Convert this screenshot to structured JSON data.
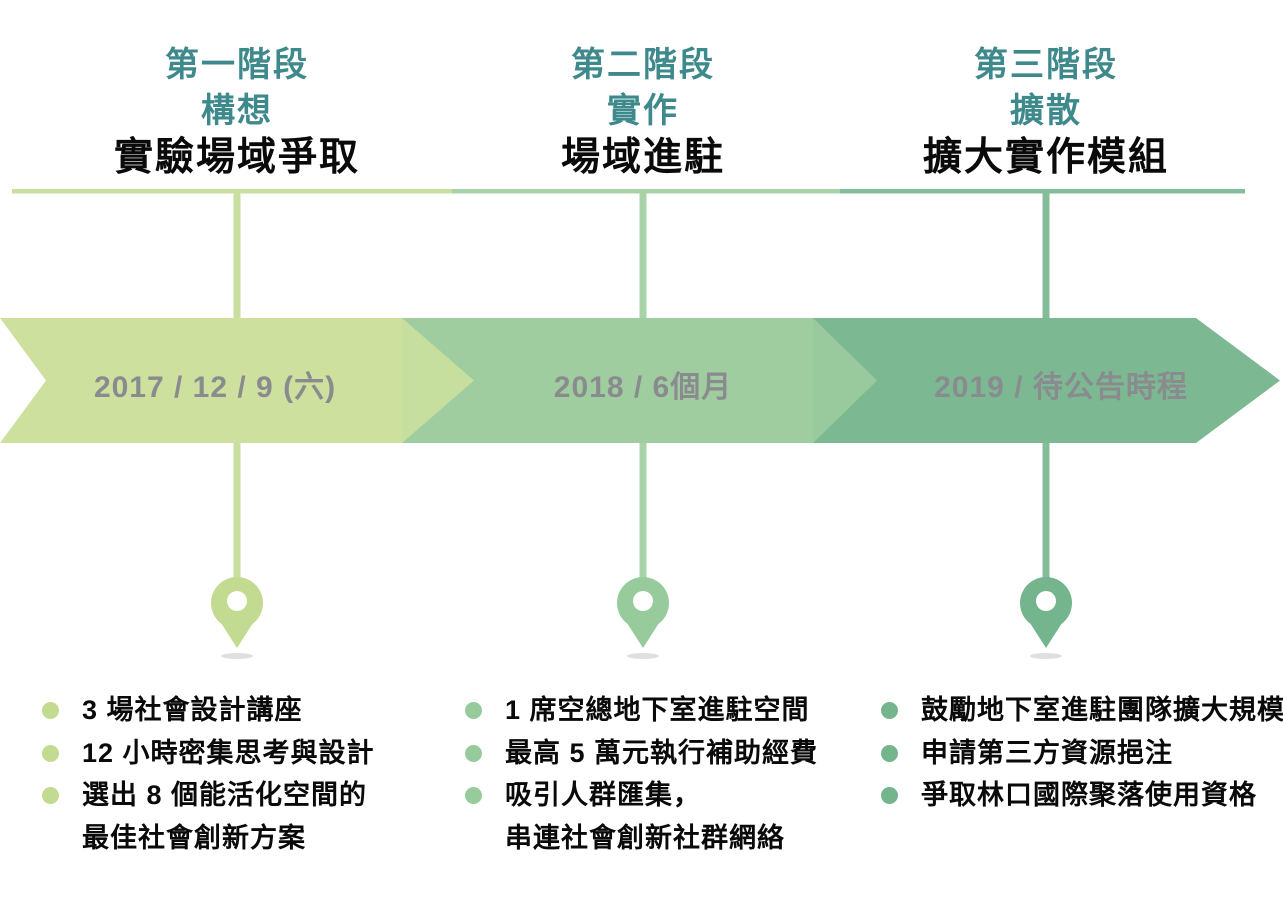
{
  "colors": {
    "teal": "#3e898c",
    "text_black": "#0a0a0a",
    "band_text_gray": "#8a8b8f",
    "phase1": {
      "band": "#cde09e",
      "line": "#c9dfa0",
      "dot": "#c3db90"
    },
    "phase2": {
      "band": "#9fcd9f",
      "line": "#a8d3a8",
      "dot": "#98cb9b"
    },
    "phase3": {
      "band": "#7cb892",
      "line": "#85bc9a",
      "dot": "#74b58d"
    }
  },
  "phases": [
    {
      "stage": "第一階段",
      "keyword": "構想",
      "subtitle": "實驗場域爭取",
      "banner": "2017 / 12 / 9 (六)",
      "bullets": [
        {
          "text": "3 場社會設計講座"
        },
        {
          "text": "12 小時密集思考與設計"
        },
        {
          "text": "選出 8 個能活化空間的",
          "cont": "最佳社會創新方案"
        }
      ]
    },
    {
      "stage": "第二階段",
      "keyword": "實作",
      "subtitle": "場域進駐",
      "banner": "2018 / 6個月",
      "bullets": [
        {
          "text": "1 席空總地下室進駐空間"
        },
        {
          "text": "最高 5 萬元執行補助經費"
        },
        {
          "text": "吸引人群匯集，",
          "cont": "串連社會創新社群網絡"
        }
      ]
    },
    {
      "stage": "第三階段",
      "keyword": "擴散",
      "subtitle": "擴大實作模組",
      "banner": "2019 / 待公告時程",
      "bullets": [
        {
          "text": "鼓勵地下室進駐團隊擴大規模"
        },
        {
          "text": "申請第三方資源挹注"
        },
        {
          "text": "爭取林口國際聚落使用資格"
        }
      ]
    }
  ]
}
